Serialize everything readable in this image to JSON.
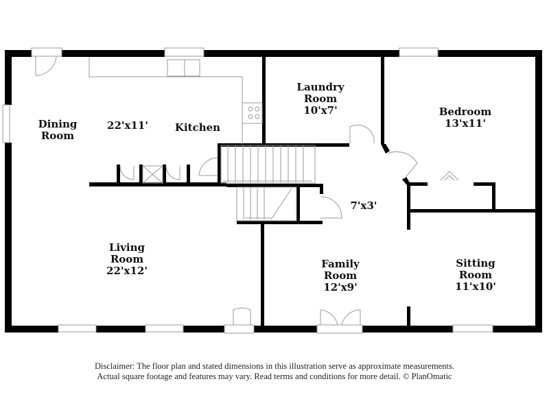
{
  "rooms": [
    {
      "id": "dining",
      "name_line1": "Dining",
      "name_line2": "Room",
      "dims": ""
    },
    {
      "id": "dining-kitchen-dims",
      "name_line1": "",
      "name_line2": "",
      "dims": "22'x11'"
    },
    {
      "id": "kitchen",
      "name_line1": "Kitchen",
      "name_line2": "",
      "dims": ""
    },
    {
      "id": "laundry",
      "name_line1": "Laundry",
      "name_line2": "Room",
      "dims": "10'x7'"
    },
    {
      "id": "bedroom",
      "name_line1": "Bedroom",
      "name_line2": "",
      "dims": "13'x11'"
    },
    {
      "id": "hall",
      "name_line1": "",
      "name_line2": "",
      "dims": "7'x3'"
    },
    {
      "id": "living",
      "name_line1": "Living",
      "name_line2": "Room",
      "dims": "22'x12'"
    },
    {
      "id": "family",
      "name_line1": "Family",
      "name_line2": "Room",
      "dims": "12'x9'"
    },
    {
      "id": "sitting",
      "name_line1": "Sitting",
      "name_line2": "Room",
      "dims": "11'x10'"
    }
  ],
  "disclaimer": {
    "line1": "Disclaimer: The floor plan and stated dimensions in this illustration serve as approximate measurements.",
    "line2": "Actual square footage and features may vary. Read terms and conditions for more detail. © PlanOmatic"
  },
  "colors": {
    "wall": "#000000",
    "fixture": "#999999",
    "background": "#ffffff"
  }
}
